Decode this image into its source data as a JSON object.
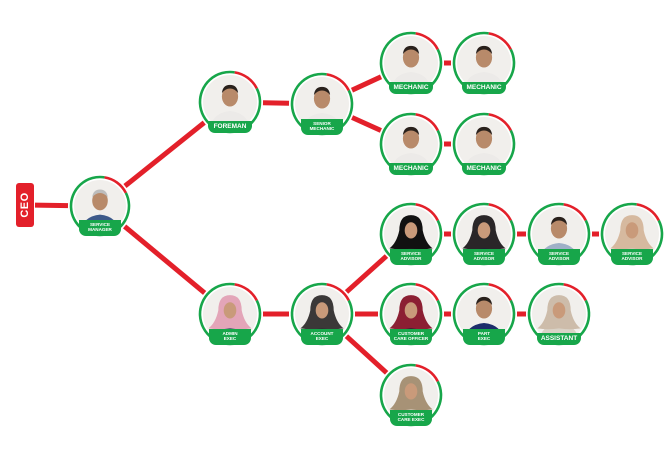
{
  "colors": {
    "red": "#e3202a",
    "green": "#17a64a"
  },
  "ceo_label": "CEO",
  "nodes": [
    {
      "id": "service_manager",
      "label": "SERVICE\nMANAGER",
      "icon": "person-icon"
    },
    {
      "id": "foreman",
      "label": "FOREMAN",
      "icon": "person-icon"
    },
    {
      "id": "senior_mechanic",
      "label": "SENIOR\nMECHANIC",
      "icon": "person-icon"
    },
    {
      "id": "mechanic_1",
      "label": "MECHANIC",
      "icon": "person-icon"
    },
    {
      "id": "mechanic_2",
      "label": "MECHANIC",
      "icon": "person-icon"
    },
    {
      "id": "mechanic_3",
      "label": "MECHANIC",
      "icon": "person-icon"
    },
    {
      "id": "mechanic_4",
      "label": "MECHANIC",
      "icon": "person-icon"
    },
    {
      "id": "admin_exec",
      "label": "ADMIN\nEXEC",
      "icon": "person-icon"
    },
    {
      "id": "account_exec",
      "label": "ACCOUNT\nEXEC",
      "icon": "person-icon"
    },
    {
      "id": "service_advisor_1",
      "label": "SERVICE\nADVISOR",
      "icon": "person-icon"
    },
    {
      "id": "service_advisor_2",
      "label": "SERVICE\nADVISOR",
      "icon": "person-icon"
    },
    {
      "id": "service_advisor_3",
      "label": "SERVICE\nADVISOR",
      "icon": "person-icon"
    },
    {
      "id": "service_advisor_4",
      "label": "SERVICE\nADVISOR",
      "icon": "person-icon"
    },
    {
      "id": "customer_care_officer",
      "label": "CUSTOMER\nCARE OFFICER",
      "icon": "person-icon"
    },
    {
      "id": "part_exec",
      "label": "PART\nEXEC",
      "icon": "person-icon"
    },
    {
      "id": "assistant",
      "label": "ASSISTANT",
      "icon": "person-icon"
    },
    {
      "id": "customer_care_exec",
      "label": "CUSTOMER\nCARE EXEC",
      "icon": "person-icon"
    }
  ],
  "edges": [
    [
      "ceo",
      "service_manager"
    ],
    [
      "service_manager",
      "foreman"
    ],
    [
      "foreman",
      "senior_mechanic"
    ],
    [
      "senior_mechanic",
      "mechanic_1"
    ],
    [
      "mechanic_1",
      "mechanic_2"
    ],
    [
      "senior_mechanic",
      "mechanic_3"
    ],
    [
      "mechanic_3",
      "mechanic_4"
    ],
    [
      "service_manager",
      "admin_exec"
    ],
    [
      "admin_exec",
      "account_exec"
    ],
    [
      "account_exec",
      "service_advisor_1"
    ],
    [
      "service_advisor_1",
      "service_advisor_2"
    ],
    [
      "service_advisor_2",
      "service_advisor_3"
    ],
    [
      "service_advisor_3",
      "service_advisor_4"
    ],
    [
      "account_exec",
      "customer_care_officer"
    ],
    [
      "customer_care_officer",
      "part_exec"
    ],
    [
      "part_exec",
      "assistant"
    ],
    [
      "account_exec",
      "customer_care_exec"
    ]
  ]
}
